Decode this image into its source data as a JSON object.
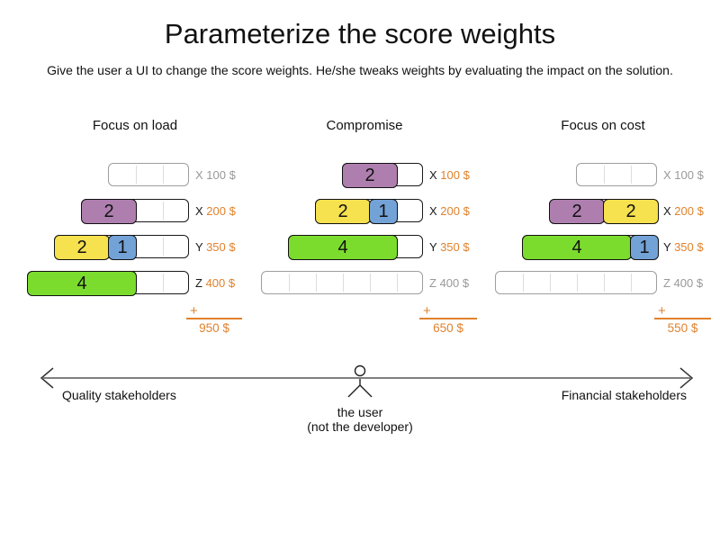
{
  "title": "Parameterize the score weights",
  "subtitle": "Give the user a UI to change the score weights. He/she tweaks weights by evaluating the impact on the solution.",
  "columns": [
    {
      "header": "Focus on load",
      "rows": [
        {
          "letter": "X",
          "price": "100 $",
          "active": false,
          "cells": 3,
          "blocks": []
        },
        {
          "letter": "X",
          "price": "200 $",
          "active": true,
          "cells": 4,
          "blocks": [
            {
              "value": "2",
              "span": 2,
              "color": "purple"
            }
          ]
        },
        {
          "letter": "Y",
          "price": "350 $",
          "active": true,
          "cells": 5,
          "blocks": [
            {
              "value": "2",
              "span": 2,
              "color": "yellow"
            },
            {
              "value": "1",
              "span": 1,
              "color": "blue"
            }
          ]
        },
        {
          "letter": "Z",
          "price": "400 $",
          "active": true,
          "cells": 6,
          "blocks": [
            {
              "value": "4",
              "span": 4,
              "color": "green"
            }
          ]
        }
      ],
      "plus": "+",
      "total": "950 $"
    },
    {
      "header": "Compromise",
      "rows": [
        {
          "letter": "X",
          "price": "100 $",
          "active": true,
          "cells": 3,
          "blocks": [
            {
              "value": "2",
              "span": 2,
              "color": "purple"
            }
          ]
        },
        {
          "letter": "X",
          "price": "200 $",
          "active": true,
          "cells": 4,
          "blocks": [
            {
              "value": "2",
              "span": 2,
              "color": "yellow"
            },
            {
              "value": "1",
              "span": 1,
              "color": "blue"
            }
          ]
        },
        {
          "letter": "Y",
          "price": "350 $",
          "active": true,
          "cells": 5,
          "blocks": [
            {
              "value": "4",
              "span": 4,
              "color": "green"
            }
          ]
        },
        {
          "letter": "Z",
          "price": "400 $",
          "active": false,
          "cells": 6,
          "blocks": []
        }
      ],
      "plus": "+",
      "total": "650 $"
    },
    {
      "header": "Focus on cost",
      "rows": [
        {
          "letter": "X",
          "price": "100 $",
          "active": false,
          "cells": 3,
          "blocks": []
        },
        {
          "letter": "X",
          "price": "200 $",
          "active": true,
          "cells": 4,
          "blocks": [
            {
              "value": "2",
              "span": 2,
              "color": "purple"
            },
            {
              "value": "2",
              "span": 2,
              "color": "yellow"
            }
          ]
        },
        {
          "letter": "Y",
          "price": "350 $",
          "active": true,
          "cells": 5,
          "blocks": [
            {
              "value": "4",
              "span": 4,
              "color": "green"
            },
            {
              "value": "1",
              "span": 1,
              "color": "blue"
            }
          ]
        },
        {
          "letter": "Z",
          "price": "400 $",
          "active": false,
          "cells": 6,
          "blocks": []
        }
      ],
      "plus": "+",
      "total": "550 $"
    }
  ],
  "axis": {
    "left_label": "Quality stakeholders",
    "right_label": "Financial stakeholders",
    "user_label_line1": "the user",
    "user_label_line2": "(not the developer)"
  },
  "colors": {
    "purple": "#ae7fae",
    "yellow": "#f6e14e",
    "blue": "#73a2d6",
    "green": "#7bdc2e",
    "orange": "#e0822d",
    "inactive": "#999999",
    "text": "#1a1a1a",
    "arrow": "#808080",
    "arrowhead": "#333333"
  }
}
